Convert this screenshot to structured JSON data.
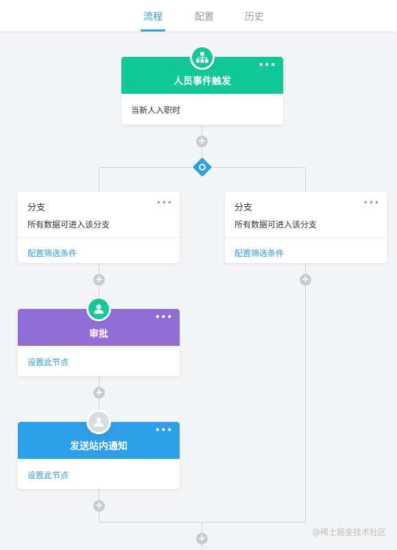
{
  "tabs": [
    {
      "label": "流程",
      "active": true
    },
    {
      "label": "配置",
      "active": false
    },
    {
      "label": "历史",
      "active": false
    }
  ],
  "trigger": {
    "title": "人员事件触发",
    "description": "当新人入职时",
    "color": "#0fc996",
    "icon": "org-chart-icon"
  },
  "branches": [
    {
      "title": "分支",
      "description": "所有数据可进入该分支",
      "link": "配置筛选条件"
    },
    {
      "title": "分支",
      "description": "所有数据可进入该分支",
      "link": "配置筛选条件"
    }
  ],
  "approval": {
    "title": "审批",
    "link": "设置此节点",
    "color": "#8f6ed5",
    "icon": "user-icon"
  },
  "notify": {
    "title": "发送站内通知",
    "link": "设置此节点",
    "color": "#2d9fe8",
    "icon": "user-icon"
  },
  "more_glyph": "•••",
  "plus_glyph": "+",
  "watermark": "@稀土掘金技术社区",
  "colors": {
    "accent": "#2d9fe8",
    "connector": "#cfd3d8",
    "plus": "#c8ccd0"
  }
}
